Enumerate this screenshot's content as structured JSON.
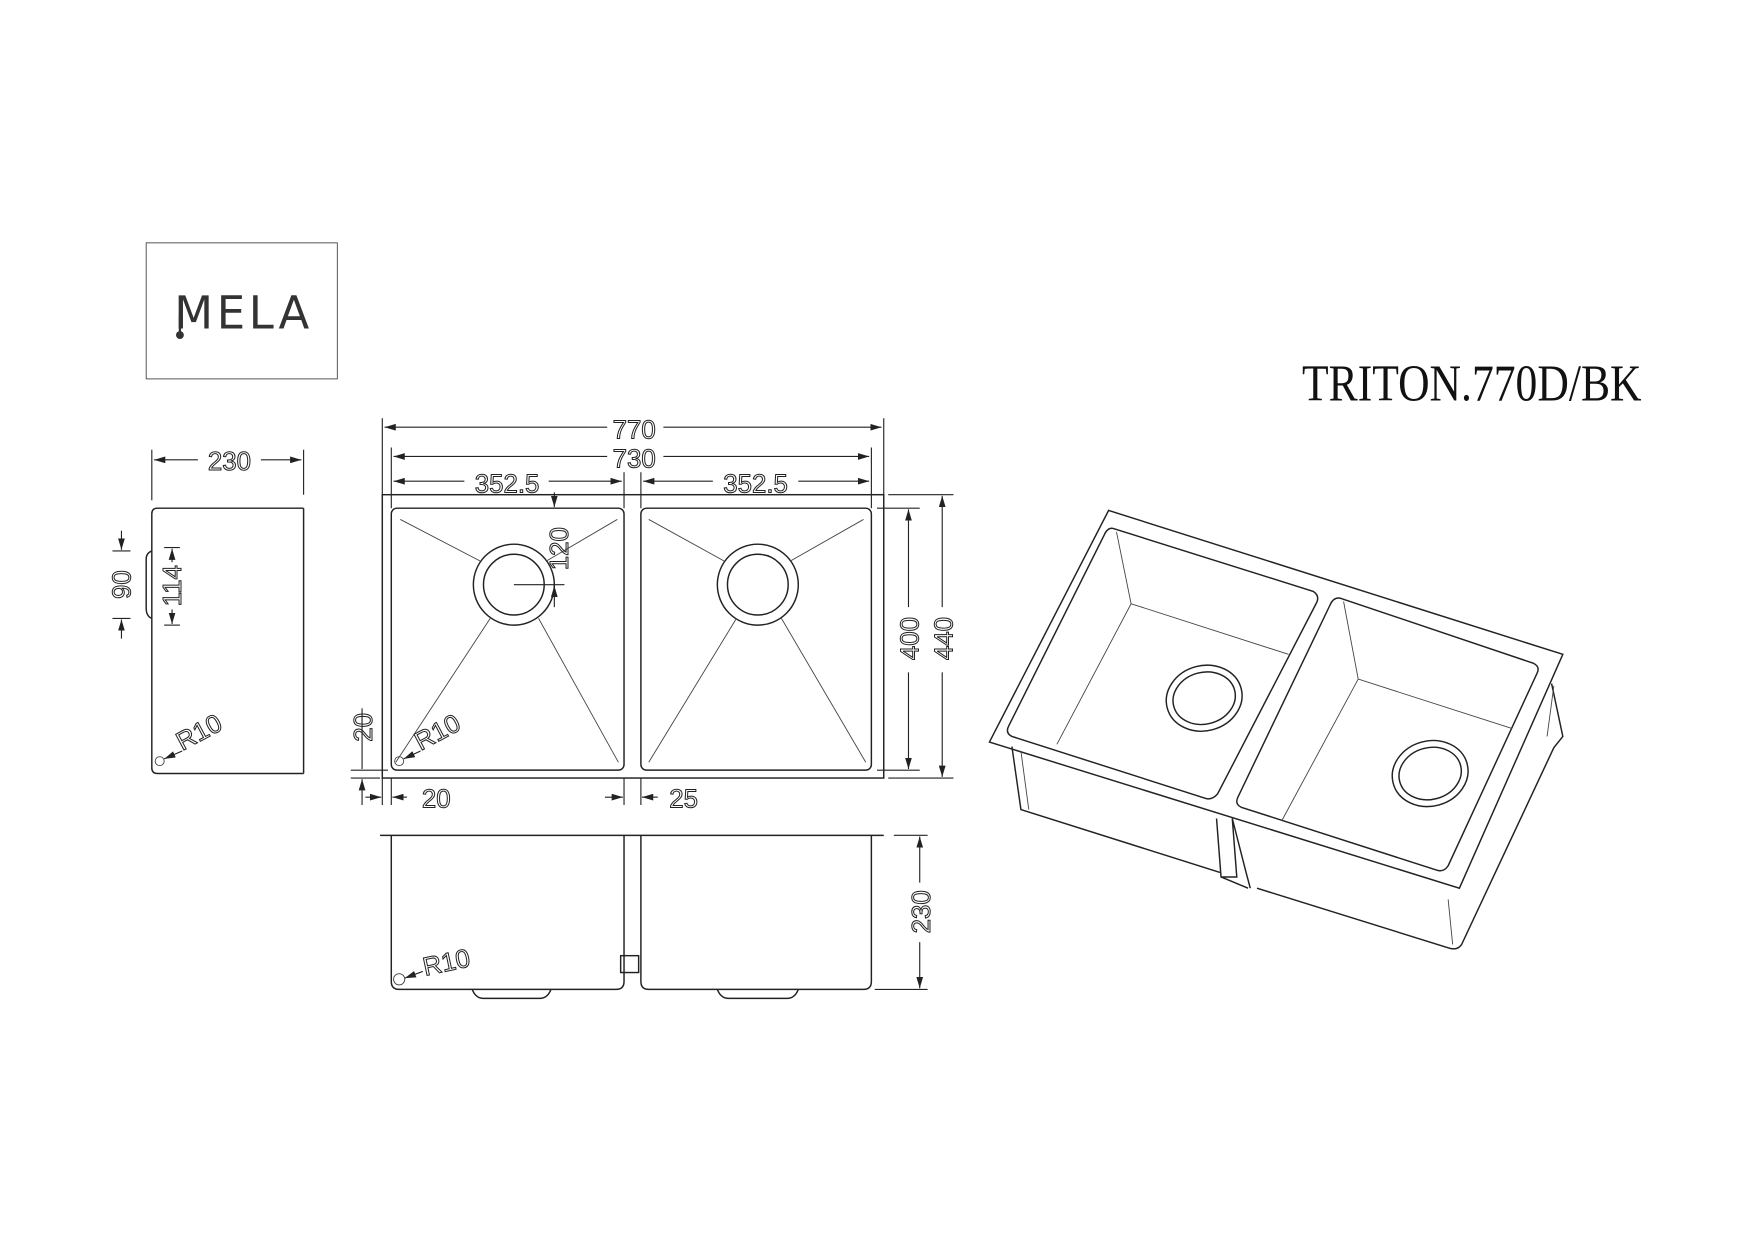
{
  "brand": {
    "logo_text": "MELA"
  },
  "title": "TRITON.770D/BK",
  "dimensions": {
    "side_width": "230",
    "side_flange_outer": "90",
    "side_flange_inner": "114",
    "side_radius": "R10",
    "overall_width": "770",
    "inner_width": "730",
    "left_bowl_width": "352.5",
    "right_bowl_width": "352.5",
    "drain_offset": "120",
    "bowl_length": "400",
    "overall_length": "440",
    "edge_margin_vertical": "20",
    "top_radius": "R10",
    "edge_margin_horizontal": "20",
    "divider_width": "25",
    "front_depth": "230",
    "front_radius": "R10"
  }
}
